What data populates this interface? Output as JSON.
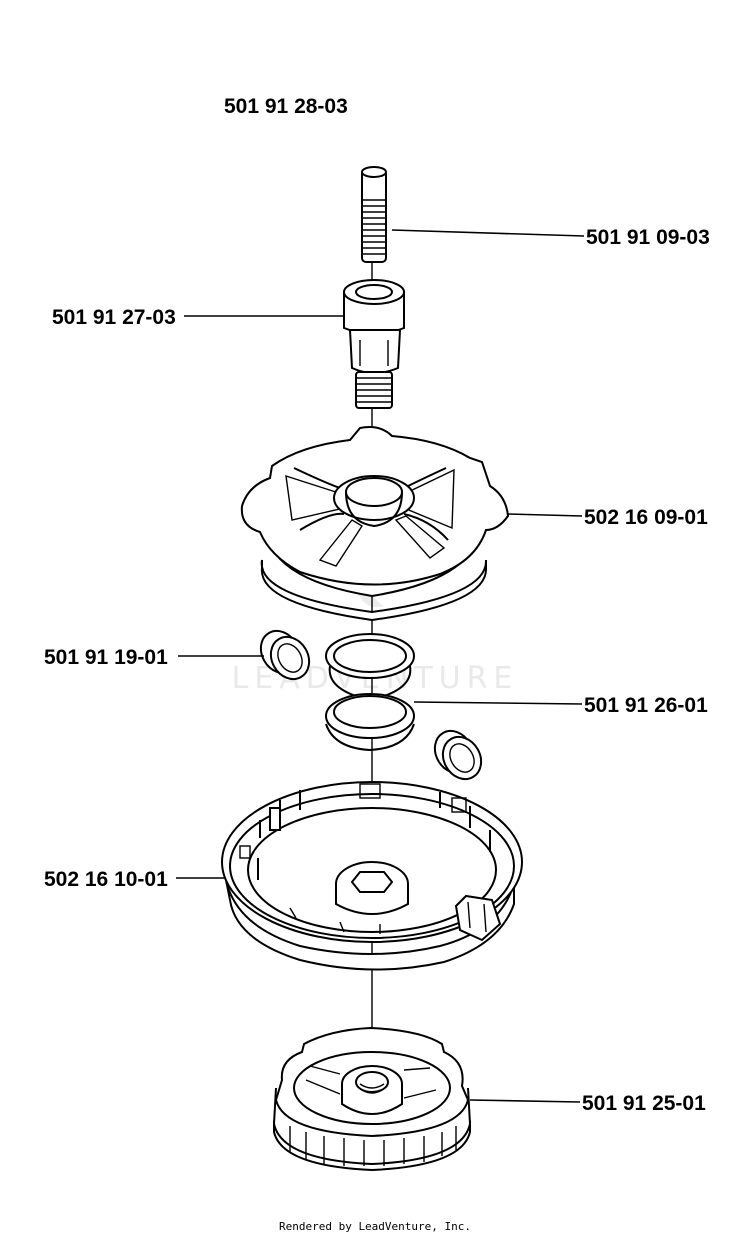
{
  "assembly": {
    "number": "501 91 28-03"
  },
  "parts": [
    {
      "id": "bolt",
      "number": "501 91 09-03"
    },
    {
      "id": "adapter",
      "number": "501 91 27-03"
    },
    {
      "id": "upper-cover",
      "number": "502 16 09-01"
    },
    {
      "id": "eyelet",
      "number": "501 91 19-01"
    },
    {
      "id": "spring",
      "number": "501 91 26-01"
    },
    {
      "id": "lower-housing",
      "number": "502 16 10-01"
    },
    {
      "id": "knob",
      "number": "501 91 25-01"
    }
  ],
  "watermark": "LEADVENTURE",
  "footer": "Rendered by LeadVenture, Inc."
}
